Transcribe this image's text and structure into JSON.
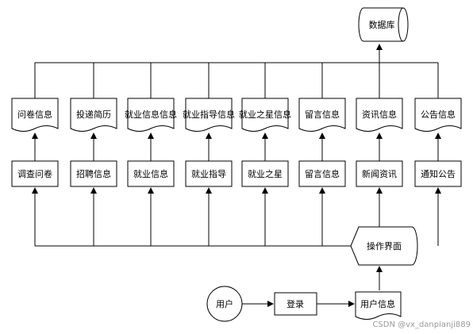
{
  "diagram": {
    "database": "数据库",
    "documents": [
      "问卷信息",
      "投递简历",
      "就业信息信息",
      "就业指导信息",
      "就业之星信息",
      "留言信息",
      "资讯信息",
      "公告信息"
    ],
    "modules": [
      "调查问卷",
      "招聘信息",
      "就业信息",
      "就业指导",
      "就业之星",
      "留言信息",
      "新闻资讯",
      "通知公告"
    ],
    "interface": "操作界面",
    "user": "用户",
    "login": "登录",
    "user_info": "用户信息"
  },
  "watermark": "CSDN @vx_danpianji889"
}
